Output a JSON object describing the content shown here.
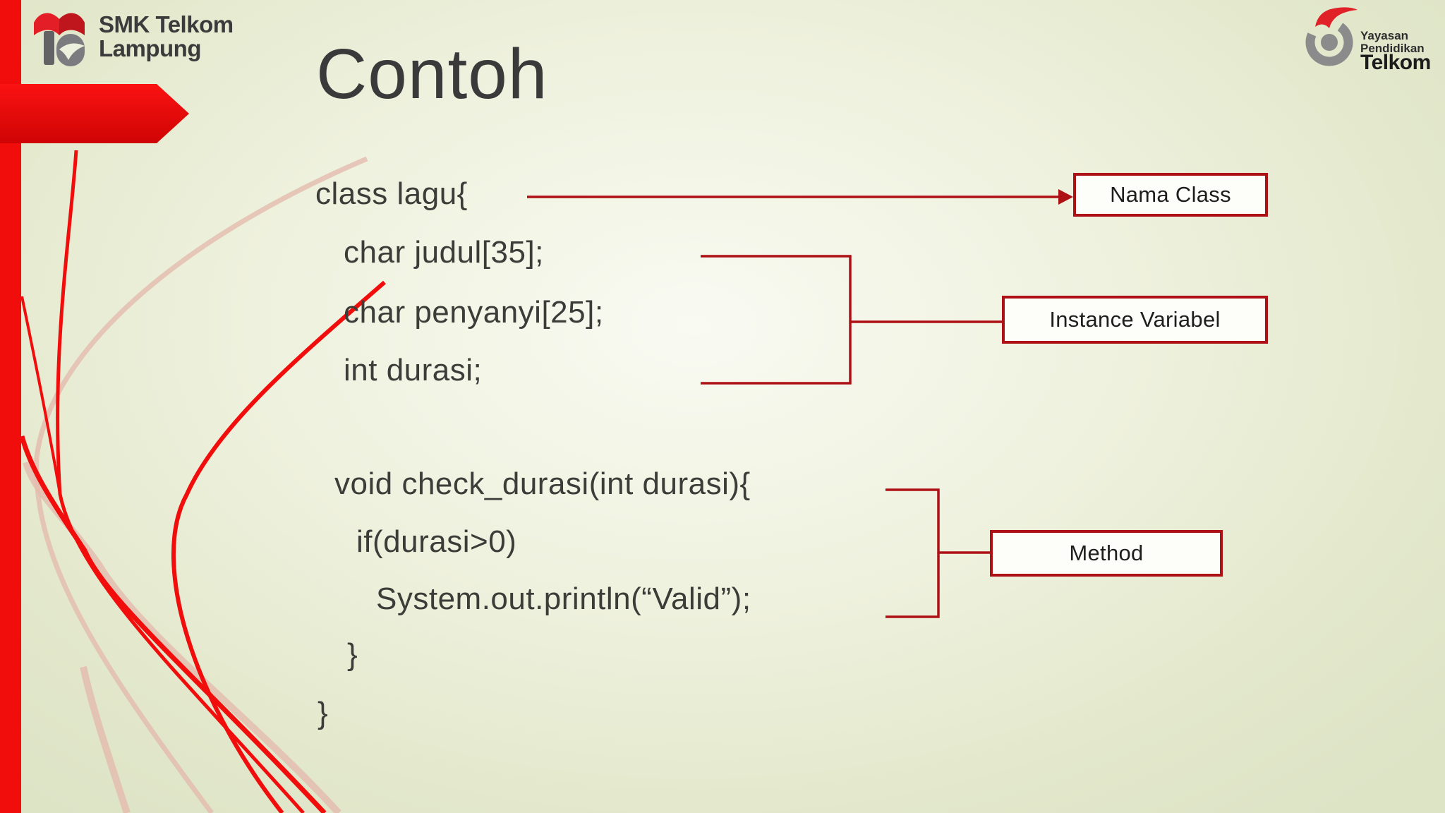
{
  "slide": {
    "title": "Contoh"
  },
  "header": {
    "logo_left": {
      "line1": "SMK Telkom",
      "line2": "Lampung"
    },
    "logo_right": {
      "line1": "Yayasan",
      "line2": "Pendidikan",
      "line3": "Telkom"
    }
  },
  "code": {
    "lines": [
      "class lagu{",
      "char judul[35];",
      "char penyanyi[25];",
      "int durasi;",
      "void check_durasi(int durasi){",
      "if(durasi>0)",
      "System.out.println(“Valid”);",
      "}",
      "}"
    ]
  },
  "callouts": [
    {
      "label": "Nama Class"
    },
    {
      "label": "Instance Variabel"
    },
    {
      "label": "Method"
    }
  ],
  "colors": {
    "accent_red": "#ae1115",
    "decor_red": "#f20d0d",
    "pale_pink": "#e3bcae",
    "code_text": "#3c3c39",
    "box_fill": "#fdfdf9"
  }
}
